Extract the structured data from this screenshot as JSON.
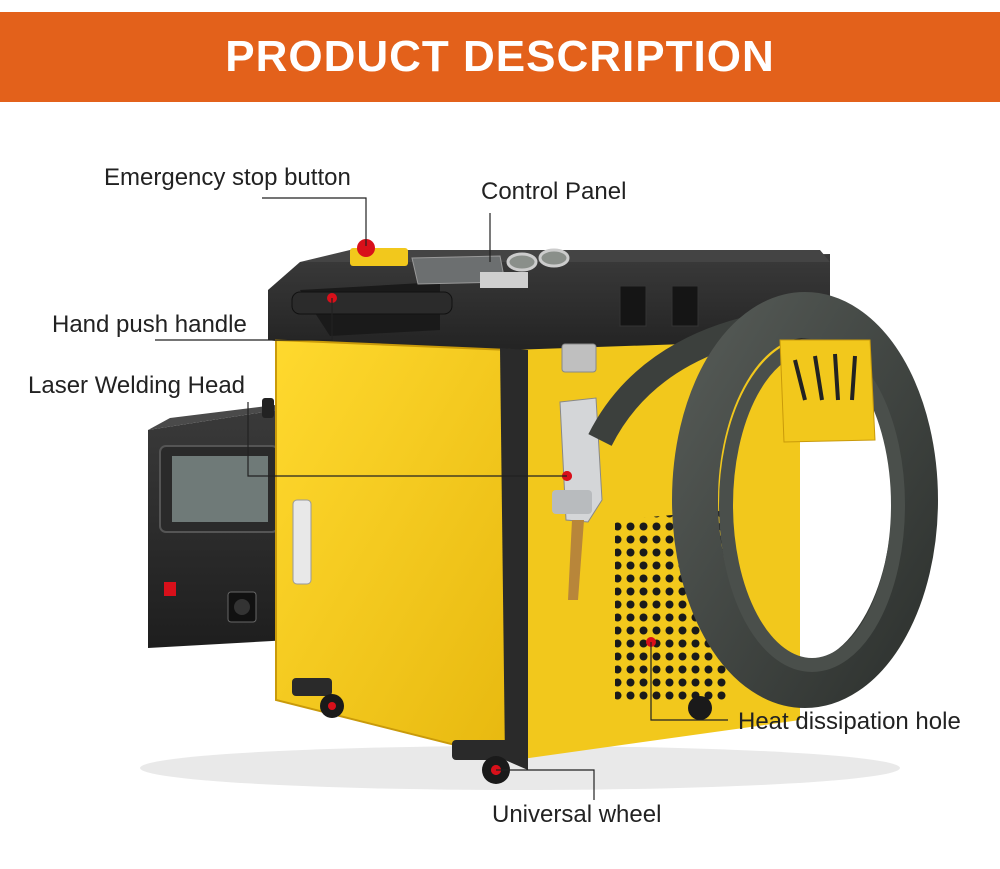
{
  "header": {
    "title": "PRODUCT DESCRIPTION",
    "background_color": "#e3611b",
    "text_color": "#ffffff"
  },
  "callouts": [
    {
      "label": "Emergency stop button"
    },
    {
      "label": "Control Panel"
    },
    {
      "label": "Hand push handle"
    },
    {
      "label": "Laser Welding Head"
    },
    {
      "label": "Heat dissipation hole"
    },
    {
      "label": "Universal wheel"
    }
  ],
  "machine": {
    "body_color": "#f2c81c",
    "frame_color": "#2b2b2b",
    "marker_color": "#d8101a"
  }
}
